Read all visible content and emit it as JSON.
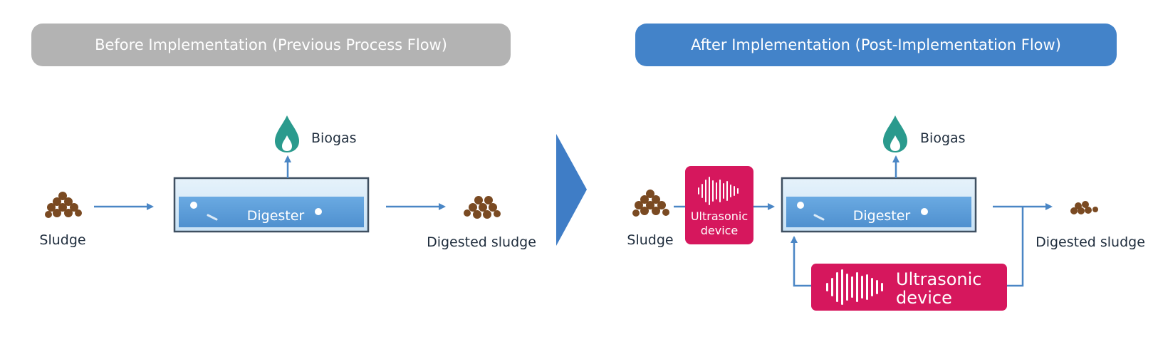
{
  "headers": {
    "before": "Before Implementation (Previous Process Flow)",
    "after": "After Implementation (Post-Implementation Flow)"
  },
  "before": {
    "input_label": "Sludge",
    "digester_label": "Digester",
    "gas_label": "Biogas",
    "output_label": "Digested sludge"
  },
  "after": {
    "input_label": "Sludge",
    "device_small_line1": "Ultrasonic",
    "device_small_line2": "device",
    "digester_label": "Digester",
    "gas_label": "Biogas",
    "output_label": "Digested sludge",
    "device_large_line1": "Ultrasonic",
    "device_large_line2": "device"
  },
  "colors": {
    "before_header": "#b3b3b3",
    "after_header": "#4383c9",
    "arrow": "#4a86c5",
    "digester_fill": "#5e9fdb",
    "device": "#d6175d",
    "sludge": "#7a4a22",
    "biogas": "#2a9a8d",
    "transition_arrow": "#3f7dc6"
  }
}
